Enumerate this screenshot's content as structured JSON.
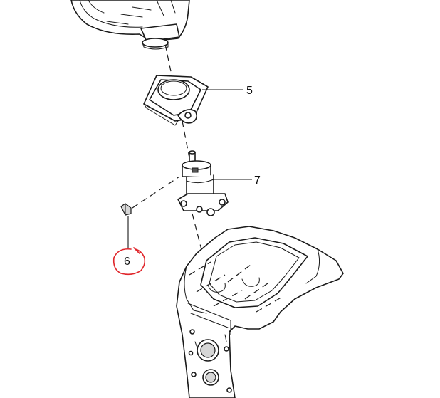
{
  "callouts": {
    "c5": "5",
    "c6": "6",
    "c7": "7"
  },
  "colors": {
    "line": "#1a1a1a",
    "highlight": "#e0262b",
    "background": "#ffffff"
  }
}
